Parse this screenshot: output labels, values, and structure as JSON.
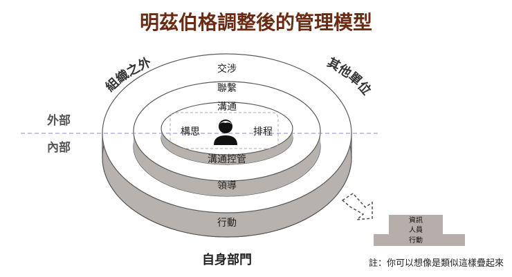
{
  "title": "明茲伯格調整後的管理模型",
  "side_labels": {
    "outside": "外部",
    "inside": "內部"
  },
  "arc_labels": {
    "left": "組織之外",
    "right": "其他單位"
  },
  "ring_labels": {
    "outer_top": "交涉",
    "middle_top": "聯繫",
    "inner_top": "溝通",
    "center_left": "構思",
    "center_right": "排程",
    "inner_bottom": "溝通控管",
    "middle_bottom": "領導",
    "outer_bottom": "行動"
  },
  "bottom_label": "自身部門",
  "stair_labels": {
    "top": "資訊",
    "middle": "人員",
    "bottom": "行動"
  },
  "footnote": "註：你可以想像是類似這樣疊起來",
  "colors": {
    "title": "#6b2a12",
    "ring_side": "#b8b2ae",
    "ring_stroke": "#5a5a5a",
    "dashed_line": "#8a86b8",
    "text": "#222222",
    "side_label": "#555555",
    "stair": "#b5aeaa"
  }
}
